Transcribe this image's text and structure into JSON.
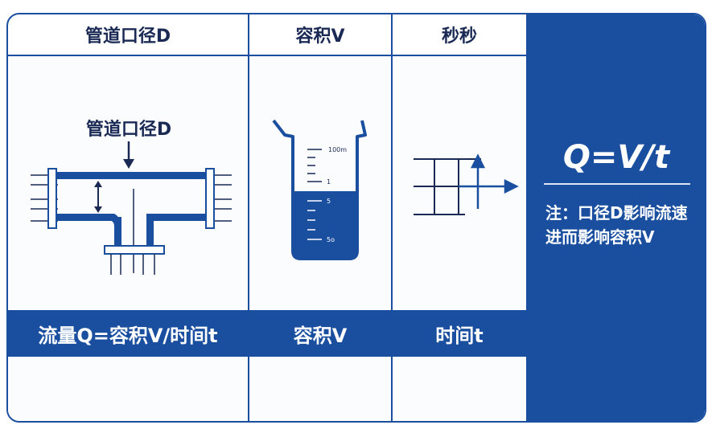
{
  "columns": [
    {
      "header": "管道口径D",
      "band": "流量Q=容积V/时间t"
    },
    {
      "header": "容积V",
      "band": "容积V"
    },
    {
      "header": "秒秒",
      "band": "时间t"
    }
  ],
  "pipe": {
    "label": "管道口径D"
  },
  "beaker": {
    "scale_top": "100m",
    "scale_mid1": "1",
    "scale_mid2": "5",
    "scale_bottom": "5o"
  },
  "side": {
    "formula": "Q=V/t",
    "note_line1": "注：口径D影响流速",
    "note_line2": "进而影响容积V"
  },
  "colors": {
    "accent": "#1a4fa0",
    "text_dark": "#1a2a55",
    "panel_bg": "#ffffff"
  },
  "icons": [
    "pipe-tee-icon",
    "beaker-icon",
    "time-flow-icon",
    "down-arrow-icon",
    "double-arrow-icon"
  ]
}
